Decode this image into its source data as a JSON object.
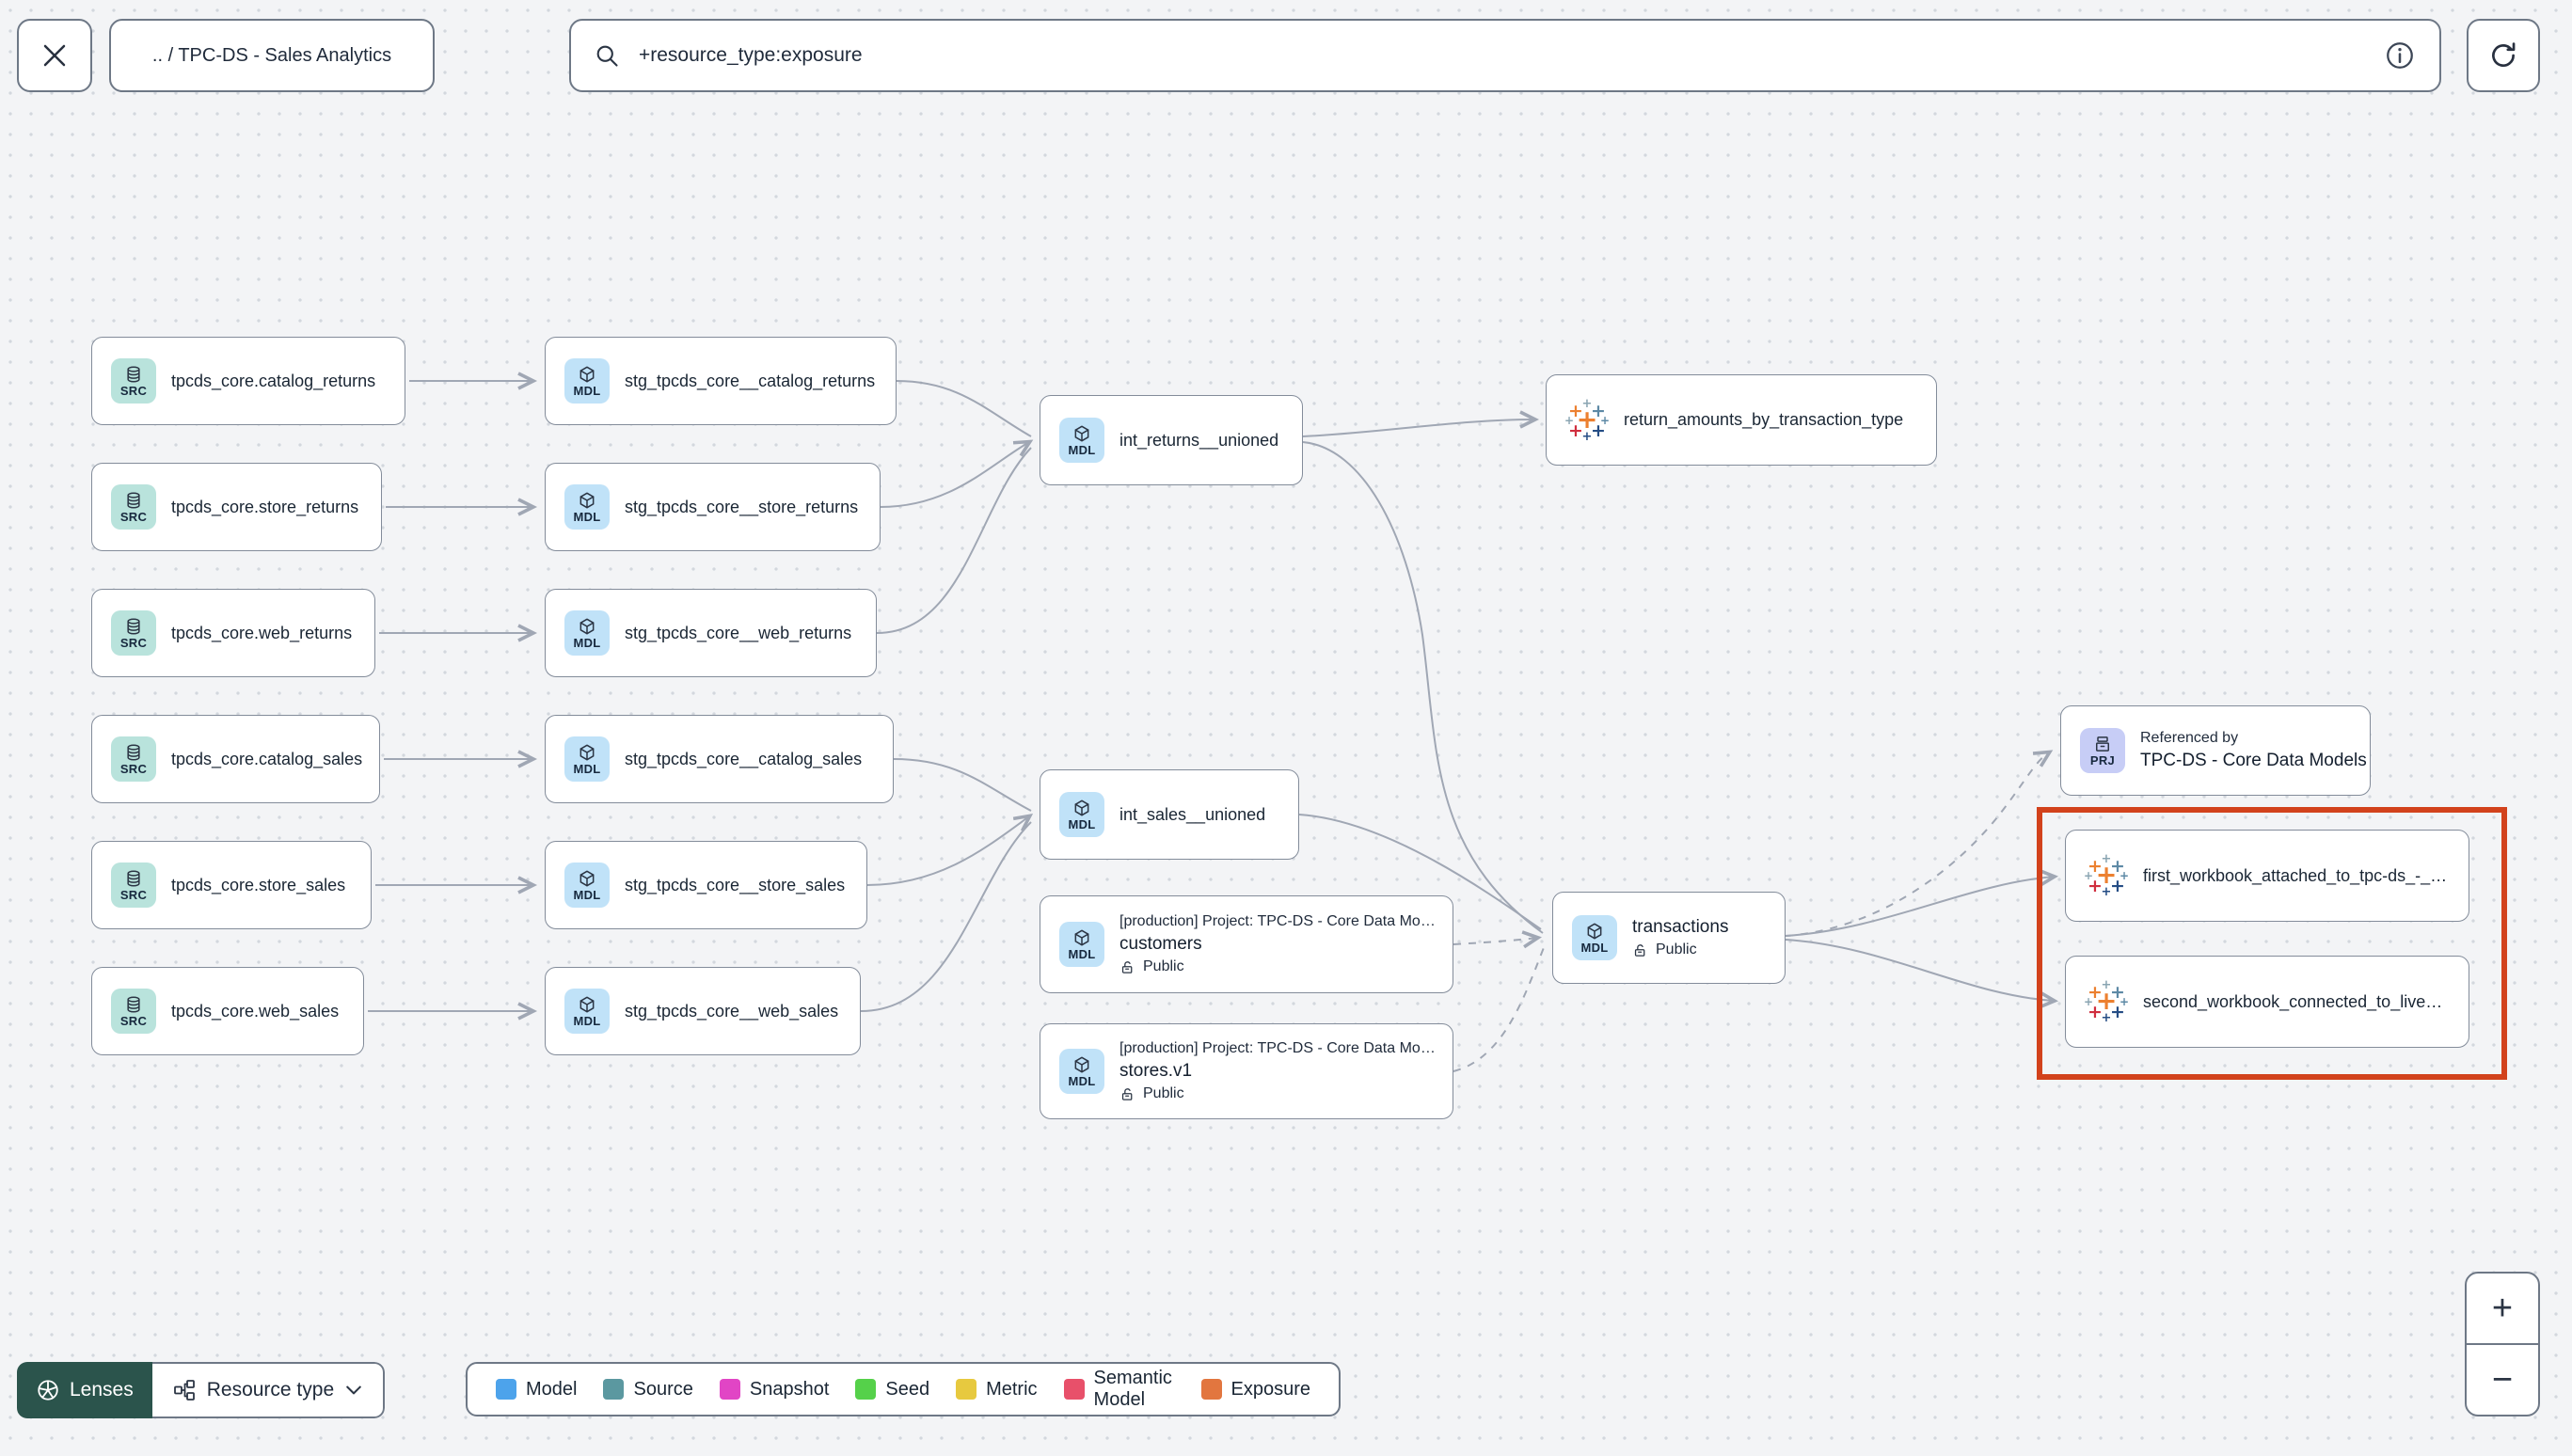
{
  "topbar": {
    "breadcrumb": ".. / TPC-DS - Sales Analytics",
    "search_value": "+resource_type:exposure"
  },
  "badges": {
    "source": "SRC",
    "model": "MDL",
    "project": "PRJ"
  },
  "nodes": {
    "src_catalog_returns": {
      "label": "tpcds_core.catalog_returns"
    },
    "src_store_returns": {
      "label": "tpcds_core.store_returns"
    },
    "src_web_returns": {
      "label": "tpcds_core.web_returns"
    },
    "src_catalog_sales": {
      "label": "tpcds_core.catalog_sales"
    },
    "src_store_sales": {
      "label": "tpcds_core.store_sales"
    },
    "src_web_sales": {
      "label": "tpcds_core.web_sales"
    },
    "stg_catalog_returns": {
      "label": "stg_tpcds_core__catalog_returns"
    },
    "stg_store_returns": {
      "label": "stg_tpcds_core__store_returns"
    },
    "stg_web_returns": {
      "label": "stg_tpcds_core__web_returns"
    },
    "stg_catalog_sales": {
      "label": "stg_tpcds_core__catalog_sales"
    },
    "stg_store_sales": {
      "label": "stg_tpcds_core__store_sales"
    },
    "stg_web_sales": {
      "label": "stg_tpcds_core__web_sales"
    },
    "int_returns": {
      "label": "int_returns__unioned"
    },
    "int_sales": {
      "label": "int_sales__unioned"
    },
    "customers": {
      "project": "[production] Project: TPC-DS - Core Data Mo…",
      "label": "customers",
      "access": "Public"
    },
    "stores": {
      "project": "[production] Project: TPC-DS - Core Data Mo…",
      "label": "stores.v1",
      "access": "Public"
    },
    "exposure_returns": {
      "label": "return_amounts_by_transaction_type"
    },
    "transactions": {
      "label": "transactions",
      "access": "Public"
    },
    "referenced_by": {
      "title": "Referenced by",
      "label": "TPC-DS - Core Data Models"
    },
    "workbook_first": {
      "label": "first_workbook_attached_to_tpc-ds_-_…"
    },
    "workbook_second": {
      "label": "second_workbook_connected_to_live…"
    }
  },
  "legend": {
    "items": [
      {
        "label": "Model",
        "color": "#4da3eb"
      },
      {
        "label": "Source",
        "color": "#5b98a0"
      },
      {
        "label": "Snapshot",
        "color": "#e145c5"
      },
      {
        "label": "Seed",
        "color": "#55d14a"
      },
      {
        "label": "Metric",
        "color": "#e7c93f"
      },
      {
        "label": "Semantic Model",
        "color": "#e8506a"
      },
      {
        "label": "Exposure",
        "color": "#e2763f"
      }
    ]
  },
  "controls": {
    "lenses": "Lenses",
    "resource_type": "Resource type",
    "zoom_in": "+",
    "zoom_out": "−"
  },
  "colors": {
    "highlight_box": "#d2421c",
    "edge": "#a0a7b4",
    "source_badge": "#b9e3dc",
    "model_badge": "#c0e2f8",
    "project_badge": "#c7cdf6",
    "lenses_button": "#2b544c"
  }
}
